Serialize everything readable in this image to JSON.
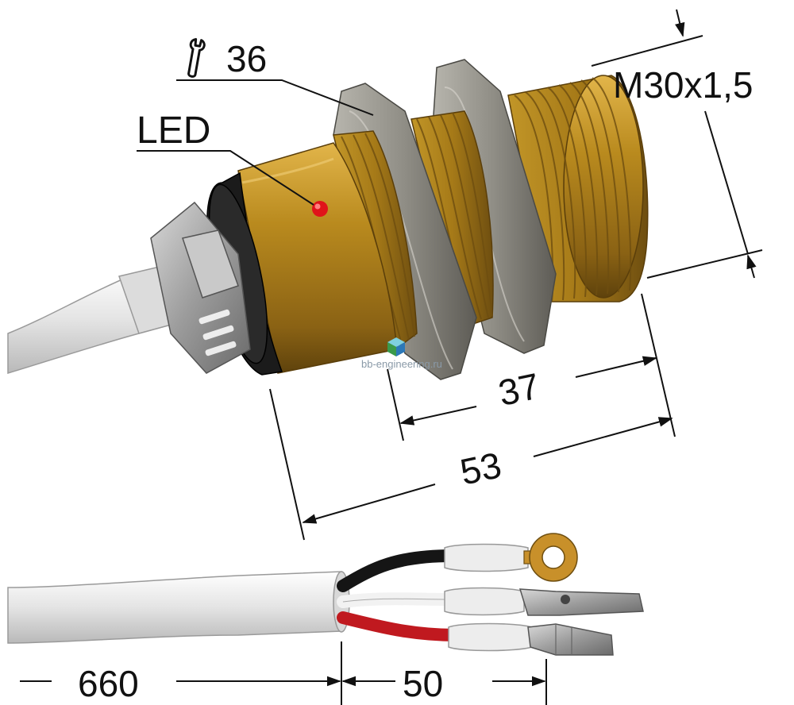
{
  "labels": {
    "wrench_size": "36",
    "led": "LED",
    "thread": "M30x1,5",
    "length_thread": "37",
    "length_total": "53",
    "cable_length": "660",
    "lead_length": "50",
    "watermark": "bb-engineering.ru"
  },
  "icons": {
    "wrench": "wrench-icon",
    "watermark_logo": "cube-logo-icon"
  },
  "colors": {
    "brass": "#b98a1e",
    "brass_dark": "#7a5410",
    "nut": "#9a9890",
    "cable": "#e6e6e6",
    "led": "#e0141a",
    "wire_black": "#151515",
    "wire_red": "#c0191f",
    "wire_white": "#f2f2f2",
    "ring_terminal": "#c8902a"
  }
}
